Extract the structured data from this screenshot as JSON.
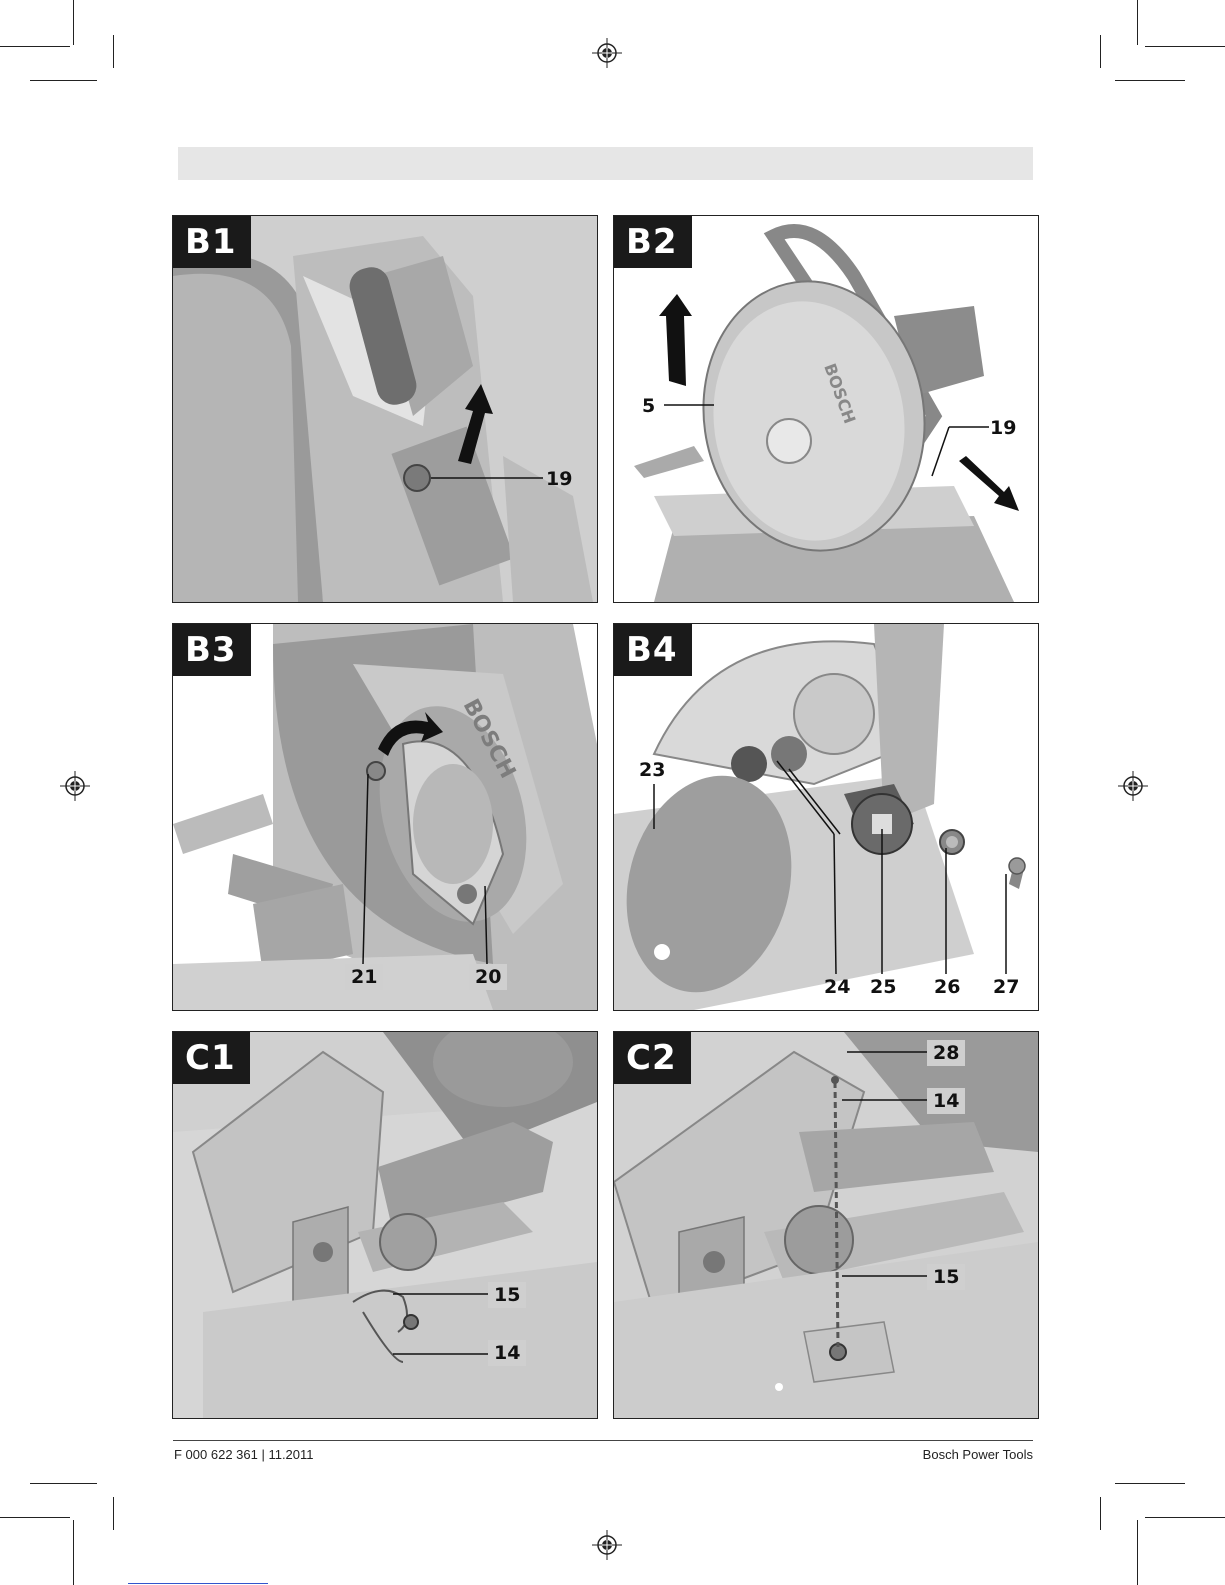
{
  "panels": [
    {
      "id": "B1",
      "label": "B1",
      "callouts": [
        "19"
      ]
    },
    {
      "id": "B2",
      "label": "B2",
      "callouts": [
        "5",
        "19"
      ]
    },
    {
      "id": "B3",
      "label": "B3",
      "callouts": [
        "21",
        "20"
      ]
    },
    {
      "id": "B4",
      "label": "B4",
      "callouts": [
        "23",
        "24",
        "25",
        "26",
        "27"
      ]
    },
    {
      "id": "C1",
      "label": "C1",
      "callouts": [
        "15",
        "14"
      ]
    },
    {
      "id": "C2",
      "label": "C2",
      "callouts": [
        "28",
        "14",
        "15"
      ]
    }
  ],
  "footer": {
    "left": "F 000 622 361 | 11.2011",
    "right": "Bosch Power Tools"
  },
  "brand_on_guard": "BOSCH",
  "colors": {
    "badge_bg": "#1a1a1a",
    "panel_bg": "#d8d8d8",
    "header_bar": "#e6e6e6"
  }
}
